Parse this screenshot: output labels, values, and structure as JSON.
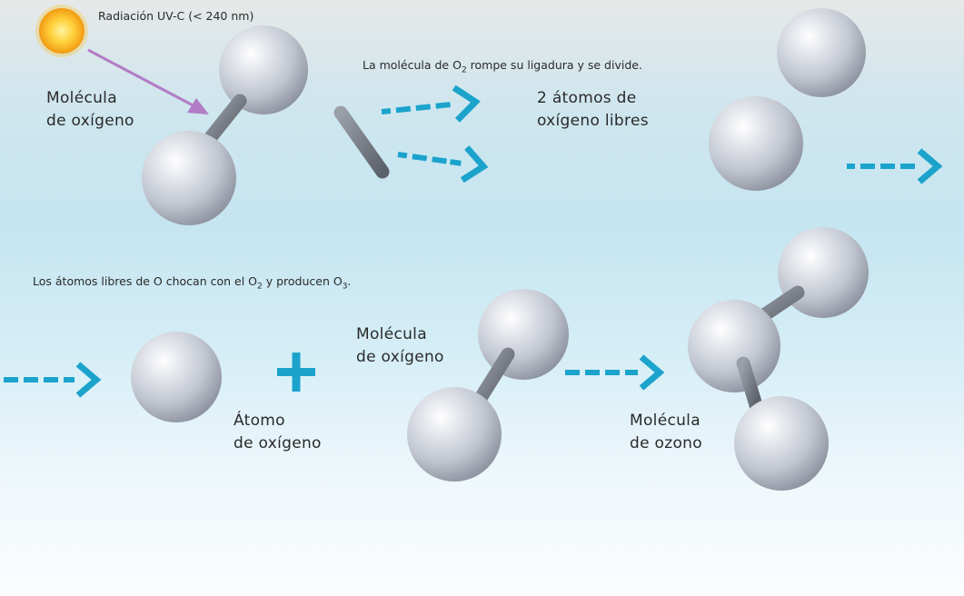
{
  "labels": {
    "radiation": "Radiación UV-C (< 240 nm)",
    "step1_caption_pre": "La molécula de O",
    "step1_caption_sub": "2",
    "step1_caption_post": " rompe su ligadura y se divide.",
    "oxygen_molecule_line1": "Molécula",
    "oxygen_molecule_line2": "de oxígeno",
    "free_atoms_line1": "2 átomos de",
    "free_atoms_line2": "oxígeno libres",
    "step2_caption_pre": "Los átomos libres de O chocan con el O",
    "step2_caption_sub1": "2",
    "step2_caption_mid": " y producen O",
    "step2_caption_sub2": "3",
    "step2_caption_post": ".",
    "oxygen_atom_line1": "Átomo",
    "oxygen_atom_line2": "de oxígeno",
    "oxygen_molecule2_line1": "Molécula",
    "oxygen_molecule2_line2": "de oxígeno",
    "ozone_line1": "Molécula",
    "ozone_line2": "de ozono"
  },
  "colors": {
    "arrow": "#1ba3cc",
    "uv_arrow": "#b27cc6",
    "sun": "#f5b81c",
    "bond": "#6f737b",
    "atom": "#c0c5cf",
    "text": "#2a2a2a"
  },
  "icons": {
    "sun": "sun-icon",
    "plus": "plus-icon",
    "arrow": "dashed-arrow-icon",
    "atom": "oxygen-atom-icon"
  }
}
